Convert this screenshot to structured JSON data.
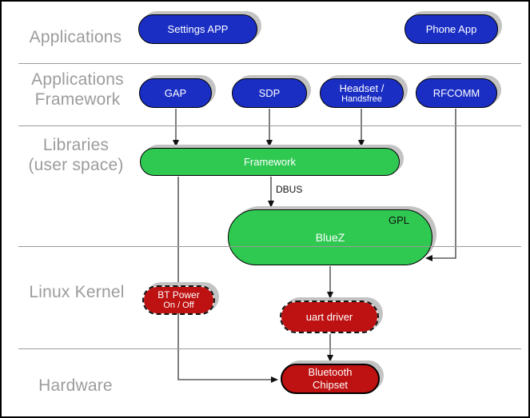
{
  "layer_labels": {
    "applications": "Applications",
    "app_framework_line1": "Applications",
    "app_framework_line2": "Framework",
    "libraries_line1": "Libraries",
    "libraries_line2": "(user space)",
    "linux_kernel": "Linux Kernel",
    "hardware": "Hardware"
  },
  "nodes": {
    "settings_app": {
      "label": "Settings APP"
    },
    "phone_app": {
      "label": "Phone App"
    },
    "gap": {
      "label": "GAP"
    },
    "sdp": {
      "label": "SDP"
    },
    "headset": {
      "line1": "Headset /",
      "line2": "Handsfree"
    },
    "rfcomm": {
      "label": "RFCOMM"
    },
    "framework": {
      "label": "Framework"
    },
    "bluez": {
      "label": "BlueZ",
      "badge": "GPL"
    },
    "bt_power": {
      "line1": "BT Power",
      "line2": "On / Off"
    },
    "uart_driver": {
      "label": "uart driver"
    },
    "bluetooth_chipset": {
      "line1": "Bluetooth",
      "line2": "Chipset"
    }
  },
  "edge_labels": {
    "dbus": "DBUS"
  },
  "colors": {
    "app_node_blue": "#1a2ec4",
    "library_node_green": "#2fc952",
    "kernel_node_red": "#be1111",
    "shadow_gray": "#c3c3c3",
    "divider_gray": "#9a9a9a",
    "layer_label_gray": "#9c9c9c"
  }
}
